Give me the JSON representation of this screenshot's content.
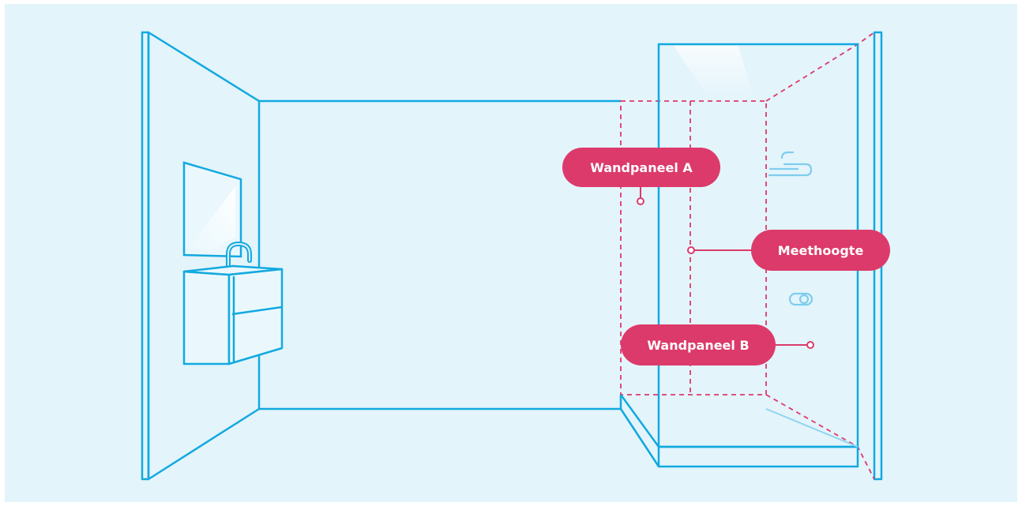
{
  "labels": {
    "panel_a": "Wandpaneel A",
    "height": "Meethoogte",
    "panel_b": "Wandpaneel B"
  },
  "colors": {
    "background": "#e3f4fb",
    "outline": "#12a9e0",
    "accent": "#dc3a6a",
    "label_text": "#ffffff"
  }
}
